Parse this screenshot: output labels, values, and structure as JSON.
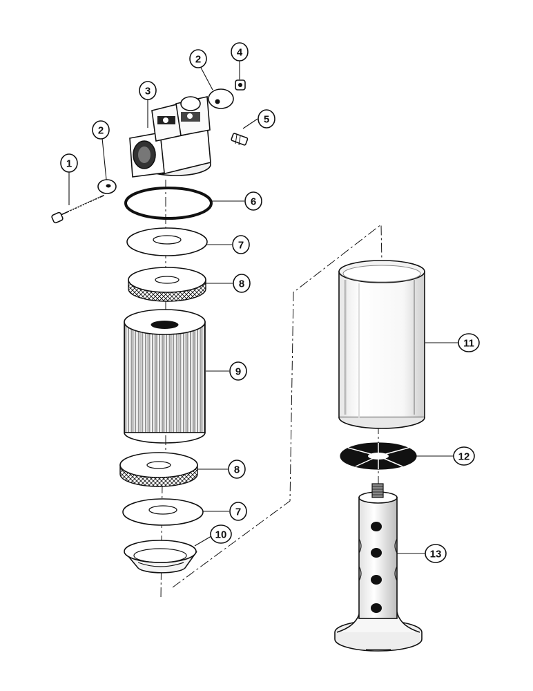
{
  "callouts": [
    {
      "id": "c1",
      "label": "1"
    },
    {
      "id": "c2a",
      "label": "2"
    },
    {
      "id": "c2b",
      "label": "2"
    },
    {
      "id": "c3",
      "label": "3"
    },
    {
      "id": "c4",
      "label": "4"
    },
    {
      "id": "c5",
      "label": "5"
    },
    {
      "id": "c6",
      "label": "6"
    },
    {
      "id": "c7a",
      "label": "7"
    },
    {
      "id": "c8a",
      "label": "8"
    },
    {
      "id": "c9",
      "label": "9"
    },
    {
      "id": "c8b",
      "label": "8"
    },
    {
      "id": "c7b",
      "label": "7"
    },
    {
      "id": "c10",
      "label": "10"
    },
    {
      "id": "c11",
      "label": "11"
    },
    {
      "id": "c12",
      "label": "12"
    },
    {
      "id": "c13",
      "label": "13"
    }
  ]
}
